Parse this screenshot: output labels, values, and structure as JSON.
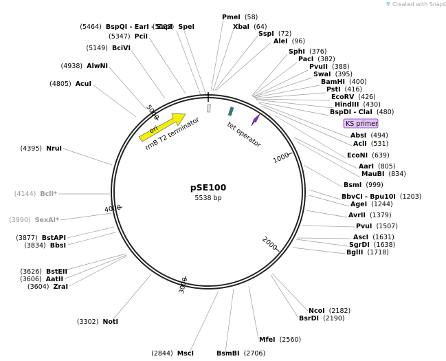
{
  "credit": "Created with SnapGene®",
  "plasmid": {
    "name": "pSE100",
    "size_label": "5538 bp",
    "length": 5538
  },
  "colors": {
    "backbone": "#222222",
    "leader": "#9c9c9c",
    "ori": "#f5f000",
    "rrnb": "#c8c8c8",
    "tet_operator": "#2f7f7a",
    "ks_primer": "#8b2fc9",
    "ks_primer_fill": "#e3c7f5",
    "dimmed_site": "#9a9a9a"
  },
  "ticks": [
    {
      "pos": 1000,
      "label": "1000"
    },
    {
      "pos": 2000,
      "label": "2000"
    },
    {
      "pos": 3000,
      "label": "3000"
    },
    {
      "pos": 4000,
      "label": "4000"
    },
    {
      "pos": 5000,
      "label": "5000"
    }
  ],
  "features": [
    {
      "name": "ori",
      "label": "ori"
    },
    {
      "name": "rrnb",
      "label": "rrnB T2 terminator"
    },
    {
      "name": "tet",
      "label": "tet operator"
    },
    {
      "name": "ks",
      "label": "KS primer"
    }
  ],
  "sites": [
    {
      "name": "SpeI",
      "pos": "(5533)",
      "pos_num": 5533
    },
    {
      "name": "PmeI",
      "pos": "(58)",
      "pos_num": 58
    },
    {
      "name": "XbaI",
      "pos": "(64)",
      "pos_num": 64
    },
    {
      "name": "SspI",
      "pos": "(72)",
      "pos_num": 72
    },
    {
      "name": "AleI",
      "pos": "(96)",
      "pos_num": 96
    },
    {
      "name": "SphI",
      "pos": "(376)",
      "pos_num": 376
    },
    {
      "name": "PacI",
      "pos": "(382)",
      "pos_num": 382
    },
    {
      "name": "PvuII",
      "pos": "(388)",
      "pos_num": 388
    },
    {
      "name": "SwaI",
      "pos": "(395)",
      "pos_num": 395
    },
    {
      "name": "BamHI",
      "pos": "(400)",
      "pos_num": 400
    },
    {
      "name": "PstI",
      "pos": "(416)",
      "pos_num": 416
    },
    {
      "name": "EcoRV",
      "pos": "(426)",
      "pos_num": 426
    },
    {
      "name": "HindIII",
      "pos": "(430)",
      "pos_num": 430
    },
    {
      "name": "BspDI - ClaI",
      "pos": "(480)",
      "pos_num": 480
    },
    {
      "name": "AbsI",
      "pos": "(494)",
      "pos_num": 494
    },
    {
      "name": "AclI",
      "pos": "(531)",
      "pos_num": 531
    },
    {
      "name": "EcoNI",
      "pos": "(639)",
      "pos_num": 639
    },
    {
      "name": "AarI",
      "pos": "(805)",
      "pos_num": 805
    },
    {
      "name": "MauBI",
      "pos": "(834)",
      "pos_num": 834
    },
    {
      "name": "BsmI",
      "pos": "(999)",
      "pos_num": 999
    },
    {
      "name": "BbvCI - Bpu10I",
      "pos": "(1203)",
      "pos_num": 1203
    },
    {
      "name": "AgeI",
      "pos": "(1244)",
      "pos_num": 1244
    },
    {
      "name": "AvrII",
      "pos": "(1379)",
      "pos_num": 1379
    },
    {
      "name": "PvuI",
      "pos": "(1507)",
      "pos_num": 1507
    },
    {
      "name": "AscI",
      "pos": "(1631)",
      "pos_num": 1631
    },
    {
      "name": "SgrDI",
      "pos": "(1638)",
      "pos_num": 1638
    },
    {
      "name": "BglII",
      "pos": "(1718)",
      "pos_num": 1718
    },
    {
      "name": "NcoI",
      "pos": "(2182)",
      "pos_num": 2182
    },
    {
      "name": "BsrDI",
      "pos": "(2190)",
      "pos_num": 2190
    },
    {
      "name": "MfeI",
      "pos": "(2560)",
      "pos_num": 2560
    },
    {
      "name": "BsmBI",
      "pos": "(2706)",
      "pos_num": 2706
    },
    {
      "name": "MscI",
      "pos": "(2844)",
      "pos_num": 2844
    },
    {
      "name": "NotI",
      "pos": "(3302)",
      "pos_num": 3302
    },
    {
      "name": "ZraI",
      "pos": "(3604)",
      "pos_num": 3604
    },
    {
      "name": "AatII",
      "pos": "(3606)",
      "pos_num": 3606
    },
    {
      "name": "BstEII",
      "pos": "(3626)",
      "pos_num": 3626
    },
    {
      "name": "BbsI",
      "pos": "(3834)",
      "pos_num": 3834
    },
    {
      "name": "BstAPI",
      "pos": "(3877)",
      "pos_num": 3877
    },
    {
      "name": "SexAI*",
      "pos": "(3990)",
      "pos_num": 3990,
      "dim": true
    },
    {
      "name": "BclI*",
      "pos": "(4144)",
      "pos_num": 4144,
      "dim": true
    },
    {
      "name": "NruI",
      "pos": "(4395)",
      "pos_num": 4395
    },
    {
      "name": "AcuI",
      "pos": "(4805)",
      "pos_num": 4805
    },
    {
      "name": "AlwNI",
      "pos": "(4938)",
      "pos_num": 4938
    },
    {
      "name": "BciVI",
      "pos": "(5149)",
      "pos_num": 5149
    },
    {
      "name": "PciI",
      "pos": "(5347)",
      "pos_num": 5347
    },
    {
      "name": "BspQI - EarI - SapI",
      "pos": "(5464)",
      "pos_num": 5464
    }
  ]
}
